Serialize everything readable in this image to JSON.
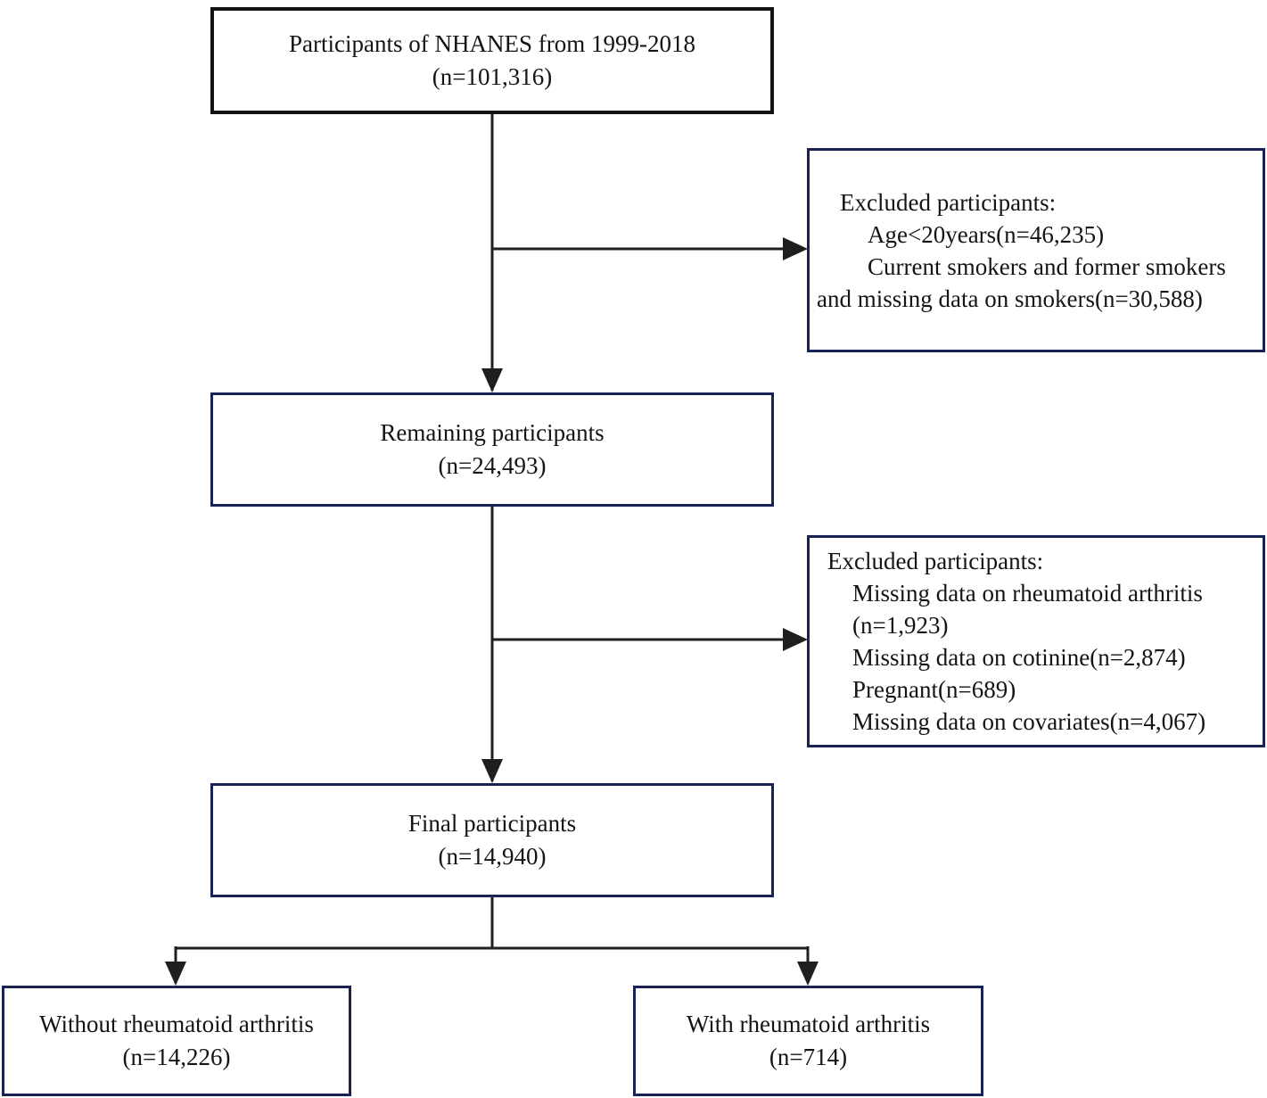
{
  "diagram": {
    "type": "participant-flowchart",
    "colors": {
      "border_navy": "#1a2356",
      "border_black": "#141414",
      "line_color": "#1f1f1f",
      "text_color": "#141414",
      "background": "#ffffff"
    },
    "boxes": {
      "top": {
        "line1": "Participants of NHANES from 1999-2018",
        "line2": "(n=101,316)"
      },
      "excluded1": {
        "lines": [
          "Excluded participants:",
          "Age<20years(n=46,235)",
          "Current smokers and former smokers",
          "and missing data on smokers(n=30,588)"
        ]
      },
      "remaining": {
        "line1": "Remaining participants",
        "line2": "(n=24,493)"
      },
      "excluded2": {
        "lines": [
          "Excluded participants:",
          "Missing data on rheumatoid arthritis",
          "(n=1,923)",
          "Missing data on cotinine(n=2,874)",
          "Pregnant(n=689)",
          "Missing data on covariates(n=4,067)"
        ]
      },
      "final": {
        "line1": "Final participants",
        "line2": "(n=14,940)"
      },
      "without_ra": {
        "line1": "Without rheumatoid arthritis",
        "line2": "(n=14,226)"
      },
      "with_ra": {
        "line1": "With rheumatoid arthritis",
        "line2": "(n=714)"
      }
    }
  }
}
